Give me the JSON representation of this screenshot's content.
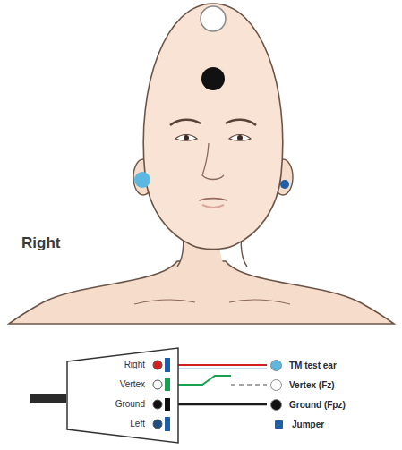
{
  "diagram": {
    "nodes": [
      {
        "text": [
          "Right",
          "Vertex",
          "Ground",
          "Left"
        ]
      }
    ],
    "labels": [
      "Right"
    ],
    "legend": [
      {
        "text": "TM test ear",
        "color": "#5bb8e0"
      },
      {
        "text": "Vertex (Fz)",
        "color": "#ffffff"
      },
      {
        "text": "Ground (Fpz)",
        "color": "#111111"
      },
      {
        "text": "Jumper",
        "color": "#1f5fa8"
      }
    ]
  }
}
